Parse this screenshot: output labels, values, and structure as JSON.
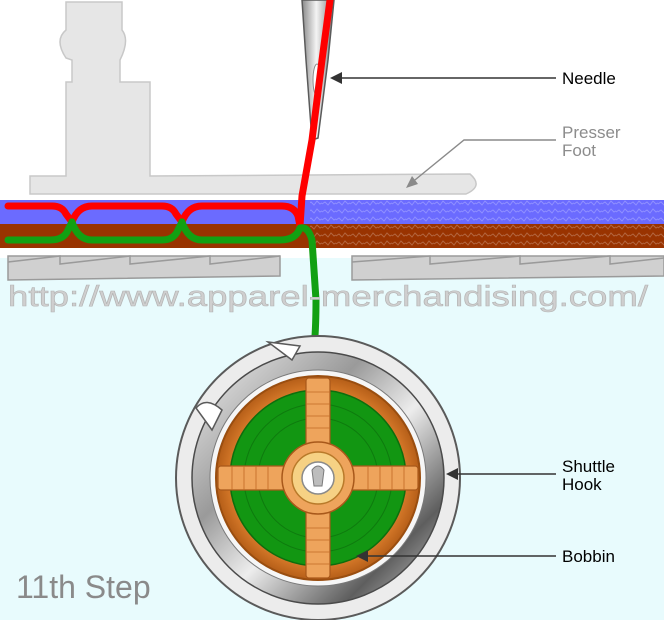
{
  "labels": {
    "needle": "Needle",
    "presser_foot_line1": "Presser",
    "presser_foot_line2": "Foot",
    "shuttle_hook_line1": "Shuttle",
    "shuttle_hook_line2": "Hook",
    "bobbin": "Bobbin"
  },
  "watermark": "http://www.apparel-merchandising.com/",
  "step_label": "11th Step",
  "colors": {
    "upper_thread": "#ff0000",
    "lower_thread": "#12a012",
    "fabric_top": "#6b6bff",
    "fabric_bottom": "#993300",
    "bed_background": "#e8fbfd",
    "bobbin_green": "#129612",
    "bobbin_copper": "#e08a3c",
    "presser_foot": "#e4e4e4"
  }
}
